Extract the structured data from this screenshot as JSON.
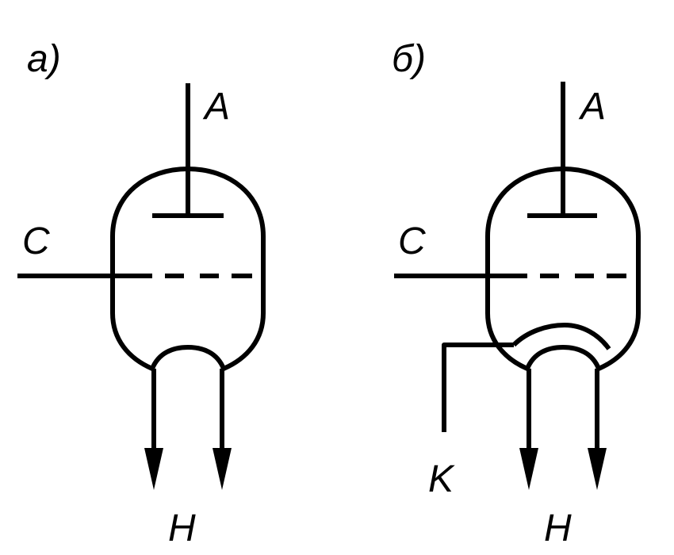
{
  "diagrams": [
    {
      "id": "a",
      "panel_label": "а)",
      "anode_label": "A",
      "grid_label": "C",
      "heater_label": "H"
    },
    {
      "id": "b",
      "panel_label": "б)",
      "anode_label": "A",
      "grid_label": "C",
      "cathode_label": "K",
      "heater_label": "H"
    }
  ],
  "colors": {
    "ink": "#000000",
    "background": "#ffffff"
  }
}
